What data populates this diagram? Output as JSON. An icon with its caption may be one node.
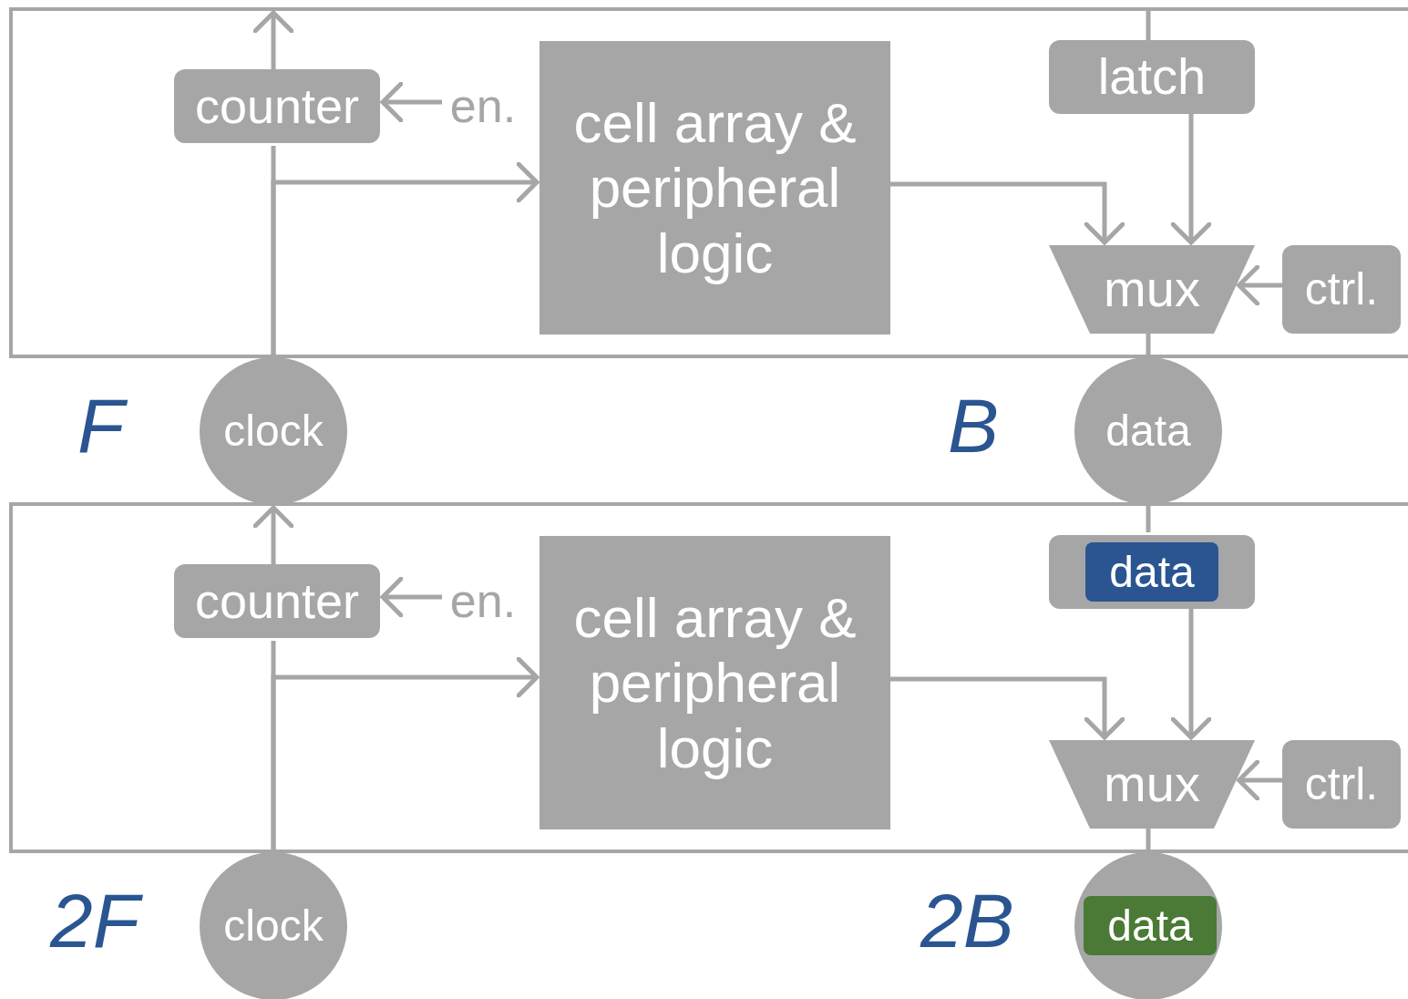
{
  "diagram": {
    "nodes": [
      {
        "text": [],
        "shape": "box"
      },
      {
        "text": [
          "counter"
        ],
        "in": 0
      },
      {
        "text": [
          "en."
        ],
        "in": 0
      },
      {
        "text": [
          "cell array & peripheral logic"
        ],
        "in": 0
      },
      {
        "text": [
          "latch"
        ],
        "in": 0
      },
      {
        "text": [
          "mux"
        ],
        "in": 0
      },
      {
        "text": [
          "ctrl."
        ],
        "in": 0
      },
      {
        "text": [
          "clock"
        ]
      },
      {
        "text": [
          "data"
        ]
      },
      {
        "text": [],
        "shape": "box"
      },
      {
        "text": [
          "counter"
        ],
        "in": 9
      },
      {
        "text": [
          "en."
        ],
        "in": 9
      },
      {
        "text": [
          "cell array & peripheral logic"
        ],
        "in": 9
      },
      {
        "text": [],
        "shape": "box",
        "in": 9
      },
      {
        "text": [
          "data"
        ],
        "in": 13
      },
      {
        "text": [
          "mux"
        ],
        "in": 9
      },
      {
        "text": [
          "ctrl."
        ],
        "in": 9
      },
      {
        "text": [
          "clock"
        ]
      },
      {
        "text": [],
        "shape": "circle"
      },
      {
        "text": [
          "data"
        ],
        "in": 18
      }
    ],
    "edges": [
      {
        "from": 1,
        "to": null,
        "arrow": "to"
      },
      {
        "from": 2,
        "to": 1,
        "arrow": "to"
      },
      {
        "from": 4,
        "to": null,
        "arrow": "none"
      },
      {
        "from": 7,
        "to": 1,
        "arrow": "none"
      },
      {
        "from": 7,
        "to": 3,
        "arrow": "to"
      },
      {
        "from": 3,
        "to": 5,
        "arrow": "to"
      },
      {
        "from": 4,
        "to": 5,
        "arrow": "to"
      },
      {
        "from": 6,
        "to": 5,
        "arrow": "to"
      },
      {
        "from": 5,
        "to": 8,
        "arrow": "none"
      },
      {
        "from": 8,
        "to": 13,
        "arrow": "none"
      },
      {
        "from": 10,
        "to": 7,
        "arrow": "to"
      },
      {
        "from": 11,
        "to": 10,
        "arrow": "to"
      },
      {
        "from": 17,
        "to": 10,
        "arrow": "none"
      },
      {
        "from": 17,
        "to": 12,
        "arrow": "to"
      },
      {
        "from": 12,
        "to": 15,
        "arrow": "to"
      },
      {
        "from": 13,
        "to": 15,
        "arrow": "to"
      },
      {
        "from": 16,
        "to": 15,
        "arrow": "to"
      },
      {
        "from": 15,
        "to": 18,
        "arrow": "none"
      }
    ],
    "labels": [
      "F",
      "B",
      "2F",
      "2B"
    ]
  }
}
